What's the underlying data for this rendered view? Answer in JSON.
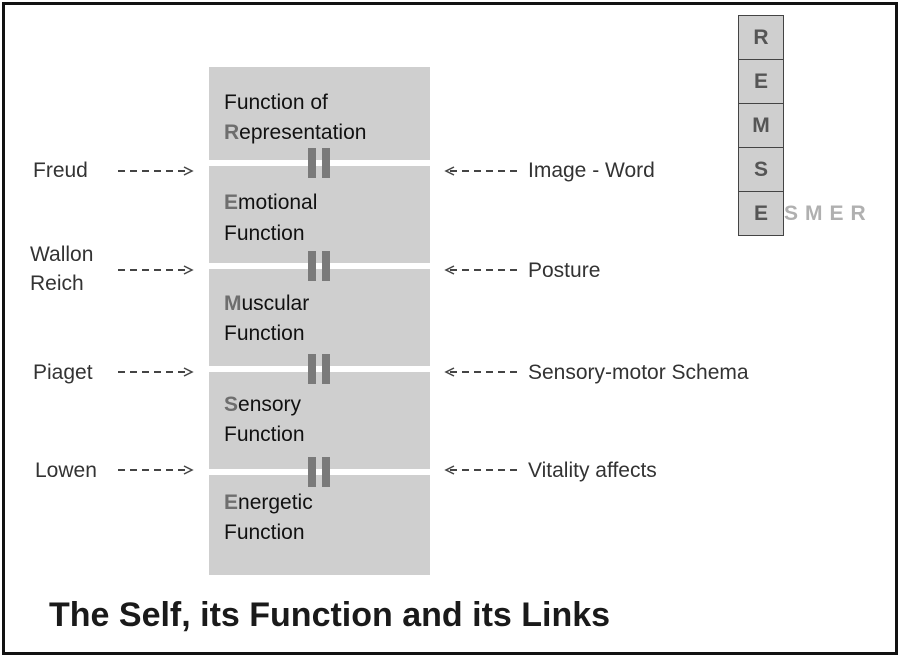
{
  "diagram": {
    "title": "The Self, its Function and its Links",
    "blocks": [
      {
        "initial": "",
        "rest_line1": "Function of",
        "initial_line2": "R",
        "rest_line2": "epresentation"
      },
      {
        "initial": "E",
        "rest_line1": "motional",
        "line2": "Function"
      },
      {
        "initial": "M",
        "rest_line1": "uscular",
        "line2": "Function"
      },
      {
        "initial": "S",
        "rest_line1": "ensory",
        "line2": "Function"
      },
      {
        "initial": "E",
        "rest_line1": "nergetic",
        "line2": "Function"
      }
    ],
    "left_links": [
      "Freud",
      "Wallon",
      "Reich",
      "Piaget",
      "Lowen"
    ],
    "right_links": [
      "Image - Word",
      "Posture",
      "Sensory-motor Schema",
      "Vitality affects"
    ],
    "remse": [
      "R",
      "E",
      "M",
      "S",
      "E"
    ],
    "esmer_suffix": "SMER"
  }
}
